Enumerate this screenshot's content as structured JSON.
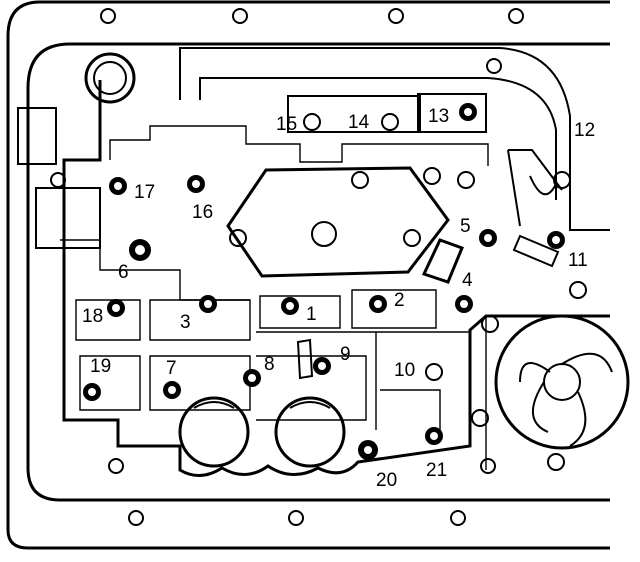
{
  "bolts": [
    {
      "id": "1",
      "label": "1"
    },
    {
      "id": "2",
      "label": "2"
    },
    {
      "id": "3",
      "label": "3"
    },
    {
      "id": "4",
      "label": "4"
    },
    {
      "id": "5",
      "label": "5"
    },
    {
      "id": "6",
      "label": "6"
    },
    {
      "id": "7",
      "label": "7"
    },
    {
      "id": "8",
      "label": "8"
    },
    {
      "id": "9",
      "label": "9"
    },
    {
      "id": "10",
      "label": "10"
    },
    {
      "id": "11",
      "label": "11"
    },
    {
      "id": "12",
      "label": "12"
    },
    {
      "id": "13",
      "label": "13"
    },
    {
      "id": "14",
      "label": "14"
    },
    {
      "id": "15",
      "label": "15"
    },
    {
      "id": "16",
      "label": "16"
    },
    {
      "id": "17",
      "label": "17"
    },
    {
      "id": "18",
      "label": "18"
    },
    {
      "id": "19",
      "label": "19"
    },
    {
      "id": "20",
      "label": "20"
    },
    {
      "id": "21",
      "label": "21"
    }
  ]
}
